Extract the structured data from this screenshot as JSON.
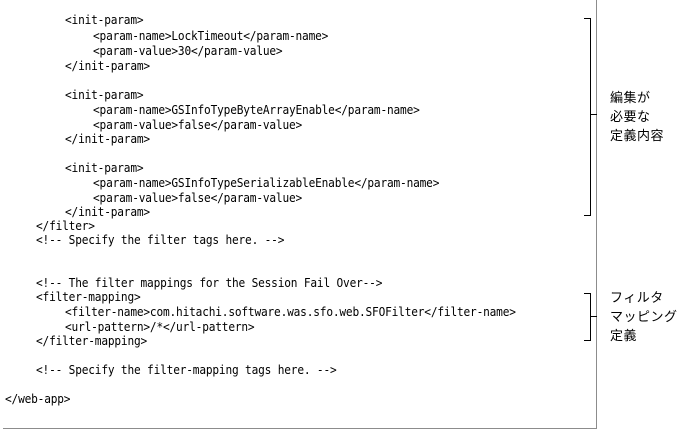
{
  "code_lines": [
    "<init-param>",
    "<param-name>LockTimeout</param-name>",
    "<param-value>30</param-value>",
    "</init-param>",
    "<init-param>",
    "<param-name>GSInfoTypeByteArrayEnable</param-name>",
    "<param-value>false</param-value>",
    "</init-param>",
    "<init-param>",
    "<param-name>GSInfoTypeSerializableEnable</param-name>",
    "<param-value>false</param-value>",
    "</init-param>",
    "</filter>",
    "<!-- Specify the filter tags here. -->",
    "<!-- The filter mappings for the Session Fail Over-->",
    "<filter-mapping>",
    "<filter-name>com.hitachi.software.was.sfo.web.SFOFilter</filter-name>",
    "<url-pattern>/*</url-pattern>",
    "</filter-mapping>",
    "<!-- Specify the filter-mapping tags here. -->",
    "</web-app>"
  ],
  "annotations": {
    "edit_required": [
      "編集が",
      "必要な",
      "定義内容"
    ],
    "filter_mapping": [
      "フィルタ",
      "マッピング",
      "定義"
    ]
  }
}
